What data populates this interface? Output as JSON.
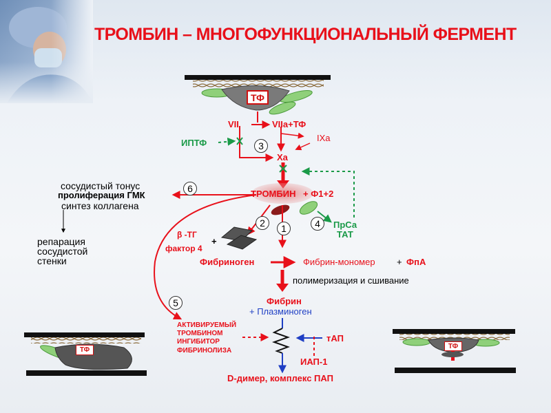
{
  "title": "ТРОМБИН – МНОГОФУНКЦИОНАЛЬНЫЙ ФЕРМЕНТ",
  "cascade": {
    "tf": "ТФ",
    "vii": "VII",
    "viia_tf": "VIIa+ТФ",
    "ixa": "IXa",
    "iptf": "ИПТФ",
    "xa": "Xa",
    "thrombin": "ТРОМБИН",
    "f12": "+ Ф1+2"
  },
  "badges": [
    "1",
    "2",
    "3",
    "4",
    "5",
    "6"
  ],
  "vascular": {
    "tone": "сосудистый тонус",
    "proliferation": "пролиферация ГМК",
    "collagen": "синтез коллагена",
    "repair": [
      "репарация",
      "сосудистой",
      "стенки"
    ]
  },
  "platelet": {
    "btg": "β -ТГ",
    "f4": "фактор 4",
    "plus": "+"
  },
  "inhibitors": {
    "prca": "ПрСа",
    "tat": "ТАТ"
  },
  "fibrin": {
    "fibrinogen": "Фибриноген",
    "monomer": "Фибрин-мономер",
    "plus": "+",
    "fpa": "ФпА",
    "polymerization": "полимеризация и сшивание",
    "fibrin": "Фибрин",
    "plasminogen": "+ Плазминоген"
  },
  "fibrinolysis": {
    "tafi": [
      "АКТИВИРУЕМЫЙ",
      "ТРОМБИНОМ",
      "ИНГИБИТОР",
      "ФИБРИНОЛИЗА"
    ],
    "tpa": "тАП",
    "pai": "ИАП-1",
    "ddimer": "D-димер, комплекс ПАП"
  },
  "colors": {
    "red": "#e8101a",
    "green": "#1a9a48",
    "blue": "#1f3fc4",
    "title": "#e8101a"
  }
}
